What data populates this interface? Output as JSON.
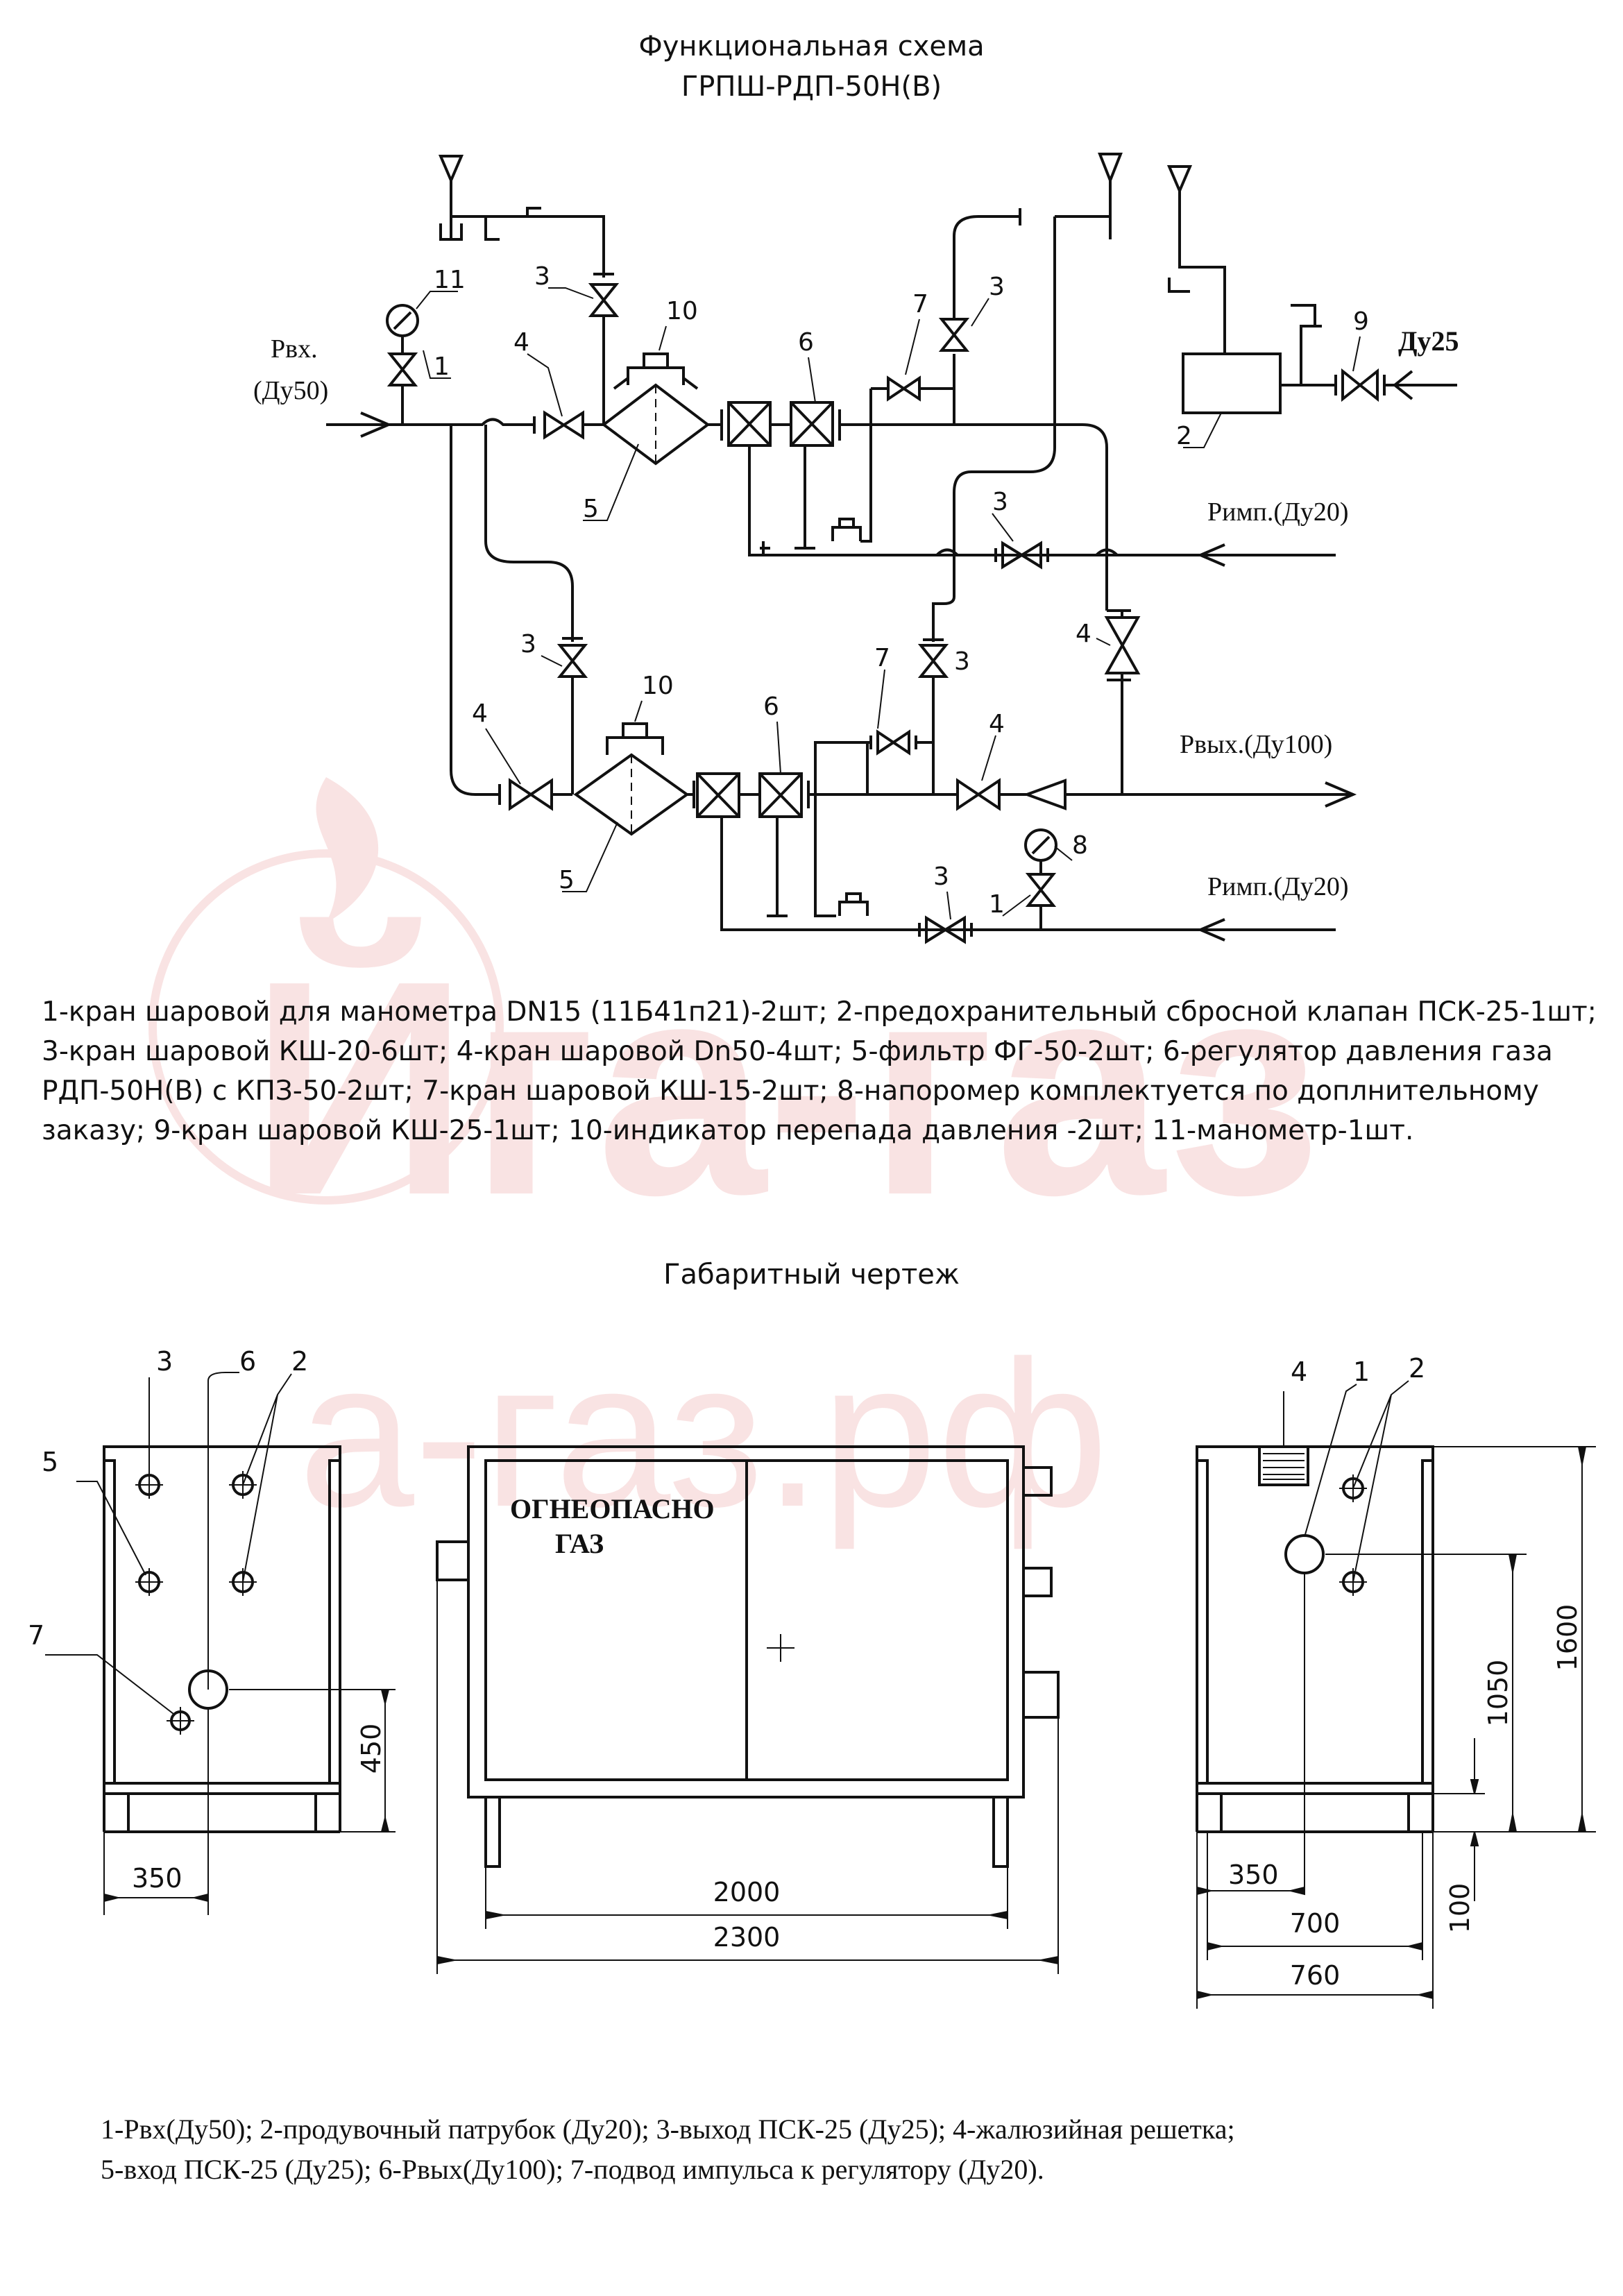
{
  "watermark": {
    "top_text": "Йга-газ",
    "bottom_text": "а-газ.рф",
    "color": "#f7dcdc"
  },
  "scheme": {
    "title_line1": "Функциональная схема",
    "title_line2": "ГРПШ-РДП-50Н(В)",
    "labels": {
      "p_in": "Рвх.",
      "p_in_dn": "(Ду50)",
      "du25": "Ду25",
      "p_imp_top": "Римп.(Ду20)",
      "p_out": "Рвых.(Ду100)",
      "p_imp_bottom": "Римп.(Ду20)"
    },
    "numbers": {
      "n1": "1",
      "n2": "2",
      "n3": "3",
      "n4": "4",
      "n5": "5",
      "n6": "6",
      "n7": "7",
      "n8": "8",
      "n9": "9",
      "n10": "10",
      "n11": "11"
    },
    "legend": [
      "1-кран шаровой для манометра DN15 (11Б41п21)-2шт; 2-предохранительный сбросной клапан ПСК-25-1шт;",
      "3-кран шаровой КШ-20-6шт; 4-кран шаровой Dn50-4шт; 5-фильтр ФГ-50-2шт; 6-регулятор давления газа",
      "РДП-50Н(В) с КПЗ-50-2шт; 7-кран шаровой КШ-15-2шт; 8-напоромер комплектуется по доплнительному",
      "заказу; 9-кран шаровой КШ-25-1шт; 10-индикатор перепада давления -2шт; 11-манометр-1шт."
    ]
  },
  "drawing": {
    "title": "Габаритный чертеж",
    "door_text_line1": "ОГНЕОПАСНО",
    "door_text_line2": "ГАЗ",
    "dimensions": {
      "d450": "450",
      "d350_left": "350",
      "d2000": "2000",
      "d2300": "2300",
      "d1600": "1600",
      "d1050": "1050",
      "d100": "100",
      "d350_right": "350",
      "d700": "700",
      "d760": "760"
    },
    "legend": [
      "1-Рвх(Ду50); 2-продувочный патрубок (Ду20); 3-выход ПСК-25 (Ду25); 4-жалюзийная решетка;",
      "5-вход ПСК-25 (Ду25); 6-Рвых(Ду100); 7-подвод импульса к регулятору (Ду20)."
    ]
  }
}
